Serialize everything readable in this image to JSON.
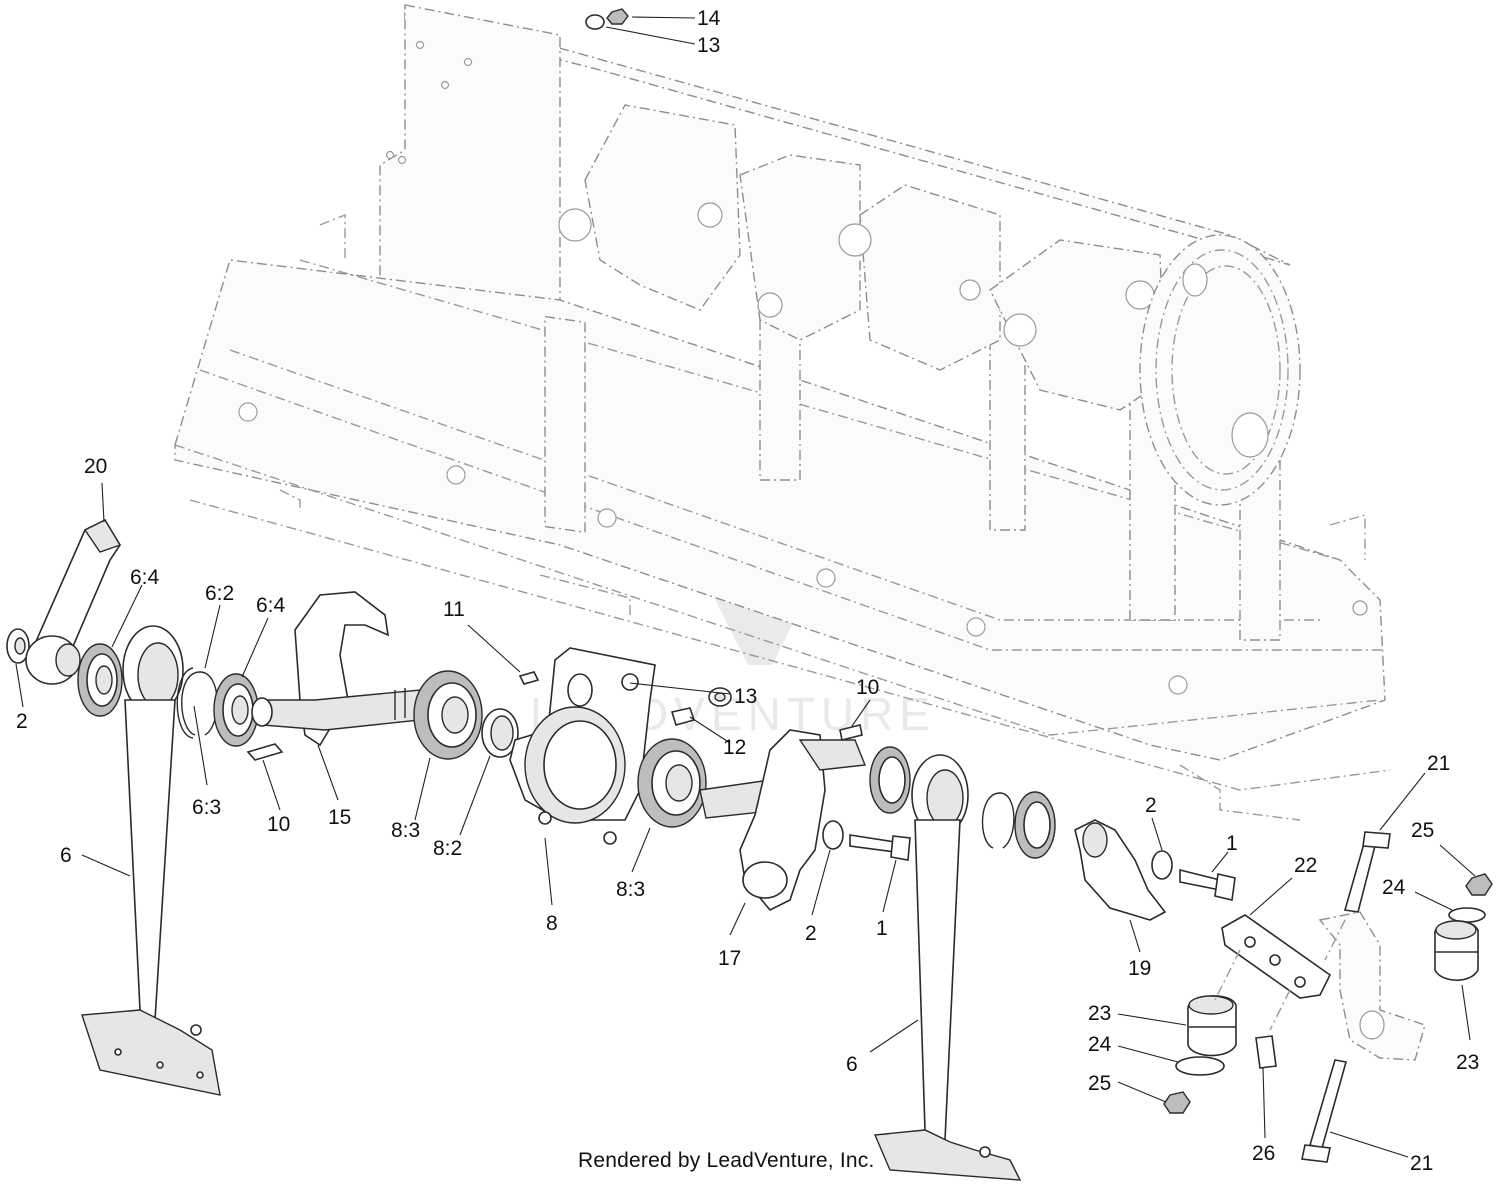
{
  "footer": "Rendered by LeadVenture, Inc.",
  "watermark": {
    "text": "LEADVENTURE",
    "logo": "leadventure-flame-v-logo"
  },
  "callouts": [
    {
      "id": "c14",
      "label": "14"
    },
    {
      "id": "c13a",
      "label": "13"
    },
    {
      "id": "c20",
      "label": "20"
    },
    {
      "id": "c64a",
      "label": "6:4"
    },
    {
      "id": "c62",
      "label": "6:2"
    },
    {
      "id": "c64b",
      "label": "6:4"
    },
    {
      "id": "c2a",
      "label": "2"
    },
    {
      "id": "c63",
      "label": "6:3"
    },
    {
      "id": "c10a",
      "label": "10"
    },
    {
      "id": "c15",
      "label": "15"
    },
    {
      "id": "c11",
      "label": "11"
    },
    {
      "id": "c13b",
      "label": "13"
    },
    {
      "id": "c12",
      "label": "12"
    },
    {
      "id": "c10b",
      "label": "10"
    },
    {
      "id": "c83a",
      "label": "8:3"
    },
    {
      "id": "c82",
      "label": "8:2"
    },
    {
      "id": "c8",
      "label": "8"
    },
    {
      "id": "c83b",
      "label": "8:3"
    },
    {
      "id": "c17",
      "label": "17"
    },
    {
      "id": "c2b",
      "label": "2"
    },
    {
      "id": "c1a",
      "label": "1"
    },
    {
      "id": "c6a",
      "label": "6"
    },
    {
      "id": "c6b",
      "label": "6"
    },
    {
      "id": "c2c",
      "label": "2"
    },
    {
      "id": "c1b",
      "label": "1"
    },
    {
      "id": "c19",
      "label": "19"
    },
    {
      "id": "c22",
      "label": "22"
    },
    {
      "id": "c21a",
      "label": "21"
    },
    {
      "id": "c25a",
      "label": "25"
    },
    {
      "id": "c24a",
      "label": "24"
    },
    {
      "id": "c23a",
      "label": "23"
    },
    {
      "id": "c23b",
      "label": "23"
    },
    {
      "id": "c24b",
      "label": "24"
    },
    {
      "id": "c25b",
      "label": "25"
    },
    {
      "id": "c26",
      "label": "26"
    },
    {
      "id": "c21b",
      "label": "21"
    }
  ]
}
